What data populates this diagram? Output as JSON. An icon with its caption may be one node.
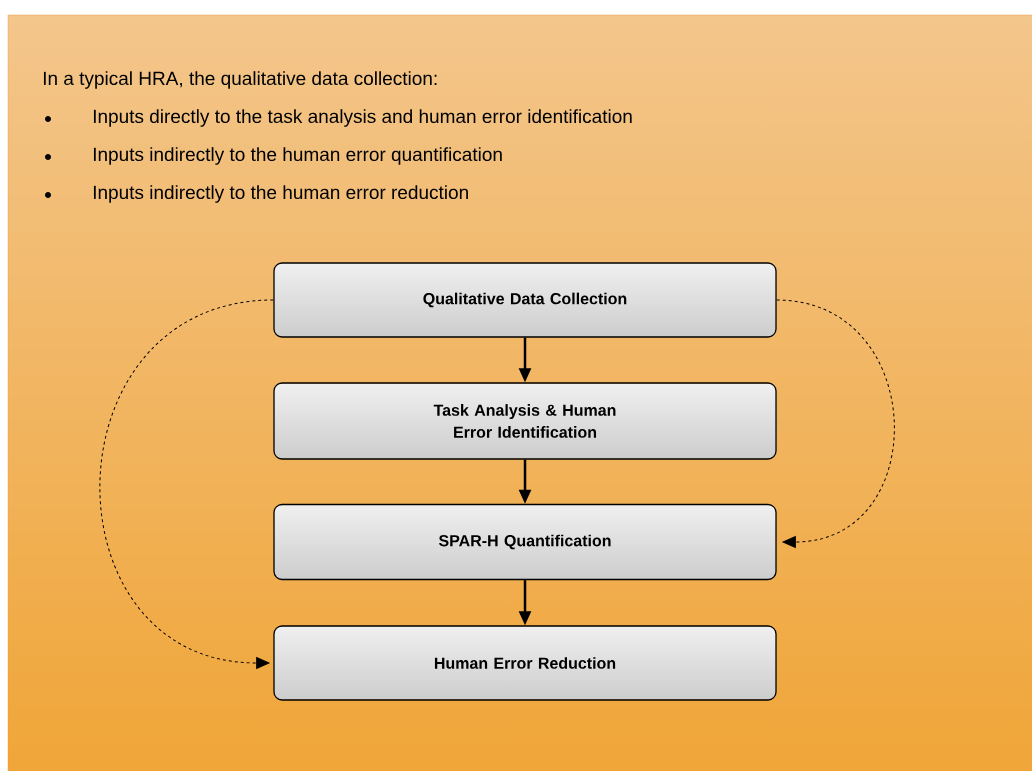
{
  "diagram": {
    "nodes": [
      {
        "text": [
          "Qualitative Data Collection"
        ]
      },
      {
        "text": [
          "Task Analysis & Human Error Identification"
        ]
      },
      {
        "text": [
          "SPAR-H Quantification"
        ]
      },
      {
        "text": [
          "Human Error Reduction"
        ]
      }
    ],
    "edges": [
      {
        "from": 0,
        "to": 1,
        "arrow": "to"
      },
      {
        "from": 1,
        "to": 2,
        "arrow": "to"
      },
      {
        "from": 2,
        "to": 3,
        "arrow": "to"
      },
      {
        "from": 0,
        "to": 2,
        "arrow": "to",
        "style": "dashed"
      },
      {
        "from": 0,
        "to": 3,
        "arrow": "to",
        "style": "dashed"
      }
    ],
    "labels": [
      "In a typical HRA, the qualitative data collection:",
      "Inputs directly to the task analysis and human error identification",
      "Inputs indirectly to the human error quantification",
      "Inputs indirectly to the human error reduction"
    ]
  }
}
